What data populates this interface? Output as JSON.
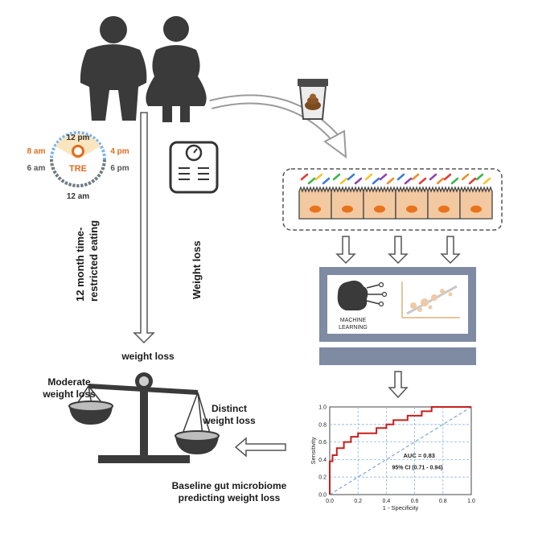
{
  "figure": {
    "clock": {
      "noon": "12 pm",
      "midnight": "12 am",
      "left_orange": "8 am",
      "right_orange": "4 pm",
      "left_gray": "6 am",
      "right_gray": "6 pm",
      "center": "TRE",
      "accent_color": "#e06c1f"
    },
    "left_axis_label_line1": "12 month time-",
    "left_axis_label_line2": "restricted eating",
    "weight_loss_vertical": "Weight loss",
    "scale": {
      "top_label": "weight loss",
      "left_label_line1": "Moderate",
      "left_label_line2": "weight loss",
      "right_label_line1": "Distinct",
      "right_label_line2": "weight loss"
    },
    "ml_box": {
      "line1": "MACHINE",
      "line2": "LEARNING",
      "frame_color": "#7f8aa3"
    },
    "caption_line1": "Baseline gut microbiome",
    "caption_line2": "predicting weight loss"
  },
  "chart_data": {
    "type": "line",
    "xlabel": "1 - Specificity",
    "ylabel": "Sensitivity",
    "xlim": [
      0.0,
      1.0
    ],
    "ylim": [
      0.0,
      1.0
    ],
    "x_ticks": [
      "0.0",
      "0.2",
      "0.4",
      "0.6",
      "0.8",
      "1.0"
    ],
    "y_ticks": [
      "0.0",
      "0.2",
      "0.4",
      "0.6",
      "0.8",
      "1.0"
    ],
    "grid": true,
    "annotation_auc": "AUC = 0.83",
    "annotation_ci": "95% CI (0.71 - 0.94)",
    "roc_color": "#c81e1e",
    "diagonal_color": "#7aa6d6",
    "roc_points": [
      [
        0.0,
        0.0
      ],
      [
        0.0,
        0.38
      ],
      [
        0.02,
        0.38
      ],
      [
        0.02,
        0.45
      ],
      [
        0.05,
        0.45
      ],
      [
        0.05,
        0.53
      ],
      [
        0.1,
        0.53
      ],
      [
        0.1,
        0.6
      ],
      [
        0.15,
        0.6
      ],
      [
        0.15,
        0.66
      ],
      [
        0.2,
        0.66
      ],
      [
        0.2,
        0.7
      ],
      [
        0.33,
        0.7
      ],
      [
        0.33,
        0.76
      ],
      [
        0.4,
        0.76
      ],
      [
        0.4,
        0.8
      ],
      [
        0.45,
        0.8
      ],
      [
        0.45,
        0.85
      ],
      [
        0.55,
        0.85
      ],
      [
        0.55,
        0.9
      ],
      [
        0.65,
        0.9
      ],
      [
        0.65,
        0.95
      ],
      [
        0.72,
        0.95
      ],
      [
        0.72,
        1.0
      ],
      [
        1.0,
        1.0
      ]
    ],
    "diagonal": [
      [
        0.0,
        0.0
      ],
      [
        1.0,
        1.0
      ]
    ]
  }
}
